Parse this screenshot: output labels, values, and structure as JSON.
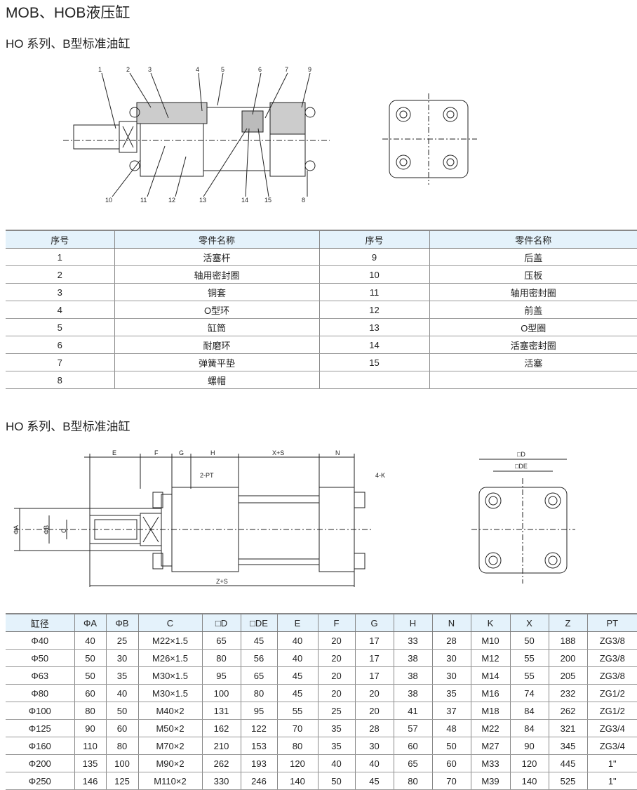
{
  "title": "MOB、HOB液压缸",
  "section1": {
    "subtitle": "HO 系列、B型标准油缸",
    "callouts": [
      "1",
      "2",
      "3",
      "4",
      "5",
      "6",
      "7",
      "9",
      "10",
      "11",
      "12",
      "13",
      "14",
      "15",
      "8"
    ]
  },
  "parts_table": {
    "headers": [
      "序号",
      "零件名称",
      "序号",
      "零件名称"
    ],
    "rows": [
      [
        "1",
        "活塞杆",
        "9",
        "后盖"
      ],
      [
        "2",
        "轴用密封圈",
        "10",
        "压板"
      ],
      [
        "3",
        "铜套",
        "11",
        "轴用密封圈"
      ],
      [
        "4",
        "O型环",
        "12",
        "前盖"
      ],
      [
        "5",
        "缸筒",
        "13",
        "O型圈"
      ],
      [
        "6",
        "耐磨环",
        "14",
        "活塞密封圈"
      ],
      [
        "7",
        "弹簧平垫",
        "15",
        "活塞"
      ],
      [
        "8",
        "螺帽",
        "",
        ""
      ]
    ]
  },
  "section2": {
    "subtitle": "HO 系列、B型标准油缸",
    "dims": {
      "E": "E",
      "F": "F",
      "G": "G",
      "H": "H",
      "XS": "X+S",
      "N": "N",
      "PT": "2-PT",
      "K": "4-K",
      "A": "ΦA",
      "B": "ΦB",
      "C": "C",
      "ZS": "Z+S",
      "D": "□D",
      "DE": "□DE"
    }
  },
  "dim_table": {
    "headers": [
      "缸径",
      "ΦA",
      "ΦB",
      "C",
      "□D",
      "□DE",
      "E",
      "F",
      "G",
      "H",
      "N",
      "K",
      "X",
      "Z",
      "PT"
    ],
    "rows": [
      [
        "Φ40",
        "40",
        "25",
        "M22×1.5",
        "65",
        "45",
        "40",
        "20",
        "17",
        "33",
        "28",
        "M10",
        "50",
        "188",
        "ZG3/8"
      ],
      [
        "Φ50",
        "50",
        "30",
        "M26×1.5",
        "80",
        "56",
        "40",
        "20",
        "17",
        "38",
        "30",
        "M12",
        "55",
        "200",
        "ZG3/8"
      ],
      [
        "Φ63",
        "50",
        "35",
        "M30×1.5",
        "95",
        "65",
        "45",
        "20",
        "17",
        "38",
        "30",
        "M14",
        "55",
        "205",
        "ZG3/8"
      ],
      [
        "Φ80",
        "60",
        "40",
        "M30×1.5",
        "100",
        "80",
        "45",
        "20",
        "20",
        "38",
        "35",
        "M16",
        "74",
        "232",
        "ZG1/2"
      ],
      [
        "Φ100",
        "80",
        "50",
        "M40×2",
        "131",
        "95",
        "55",
        "25",
        "20",
        "41",
        "37",
        "M18",
        "84",
        "262",
        "ZG1/2"
      ],
      [
        "Φ125",
        "90",
        "60",
        "M50×2",
        "162",
        "122",
        "70",
        "35",
        "28",
        "57",
        "48",
        "M22",
        "84",
        "321",
        "ZG3/4"
      ],
      [
        "Φ160",
        "110",
        "80",
        "M70×2",
        "210",
        "153",
        "80",
        "35",
        "30",
        "60",
        "50",
        "M27",
        "90",
        "345",
        "ZG3/4"
      ],
      [
        "Φ200",
        "135",
        "100",
        "M90×2",
        "262",
        "193",
        "120",
        "40",
        "40",
        "65",
        "60",
        "M33",
        "120",
        "445",
        "1\""
      ],
      [
        "Φ250",
        "146",
        "125",
        "M110×2",
        "330",
        "246",
        "140",
        "50",
        "45",
        "80",
        "70",
        "M39",
        "140",
        "525",
        "1\""
      ]
    ]
  }
}
